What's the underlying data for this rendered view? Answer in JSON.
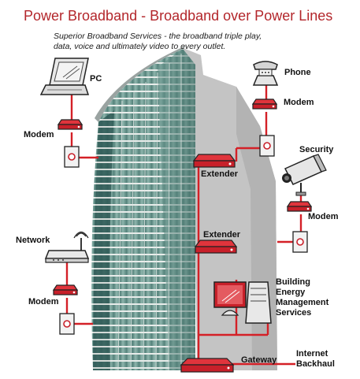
{
  "header": {
    "title": "Power Broadband - Broadband over Power Lines",
    "subtitle": "Superior Broadband Services - the broadband triple play, data, voice and ultimately video to every outlet."
  },
  "labels": {
    "pc": "PC",
    "pc_modem": "Modem",
    "phone": "Phone",
    "phone_modem": "Modem",
    "security": "Security",
    "security_modem": "Modem",
    "network": "Network",
    "network_modem": "Modem",
    "extender_1": "Extender",
    "extender_2": "Extender",
    "gateway": "Gateway",
    "bems": [
      "Building",
      "Energy",
      "Management",
      "Services"
    ],
    "internet": [
      "Internet",
      "Backhaul"
    ]
  },
  "colors": {
    "brand_red": "#b3262b",
    "line_red": "#d42027",
    "device_red": "#c8202a",
    "building_green": "#5f8f86",
    "building_gray": "#c9c9c9"
  }
}
